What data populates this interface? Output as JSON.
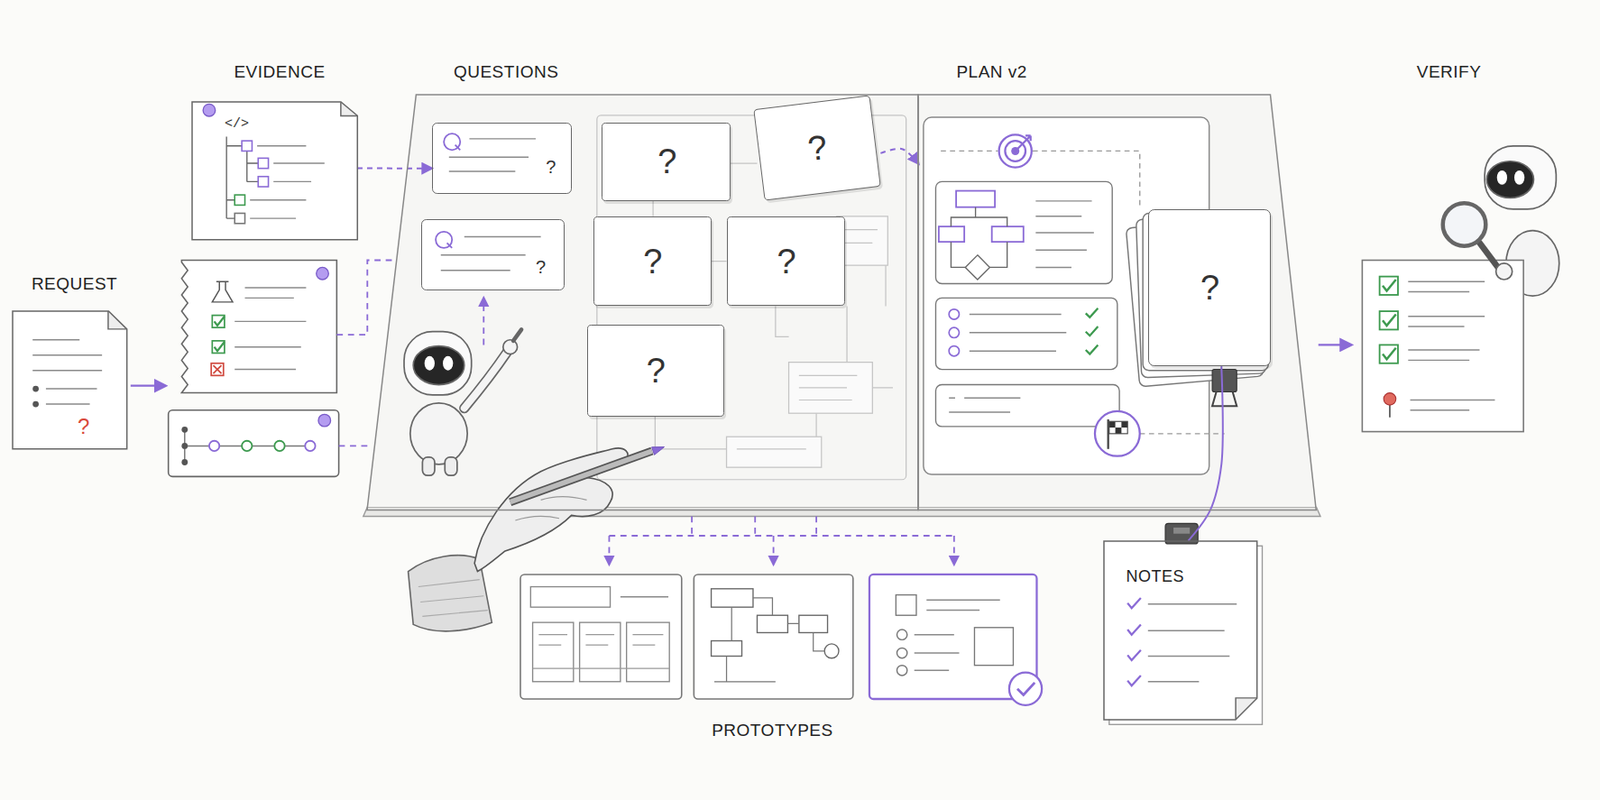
{
  "diagram": {
    "nodes": [
      {
        "text": [
          "REQUEST",
          "?"
        ]
      },
      {
        "text": [
          "EVIDENCE",
          "</>"
        ]
      },
      {
        "text": [
          "QUESTIONS"
        ]
      },
      {
        "text": [
          "?"
        ],
        "in": 2
      },
      {
        "text": [
          "?"
        ],
        "in": 2
      },
      {
        "text": [
          "?"
        ],
        "in": 2
      },
      {
        "text": [
          "?"
        ],
        "in": 2
      },
      {
        "text": [
          "?"
        ],
        "in": 2
      },
      {
        "text": [
          "?"
        ],
        "in": 2
      },
      {
        "text": [
          "?"
        ],
        "in": 2
      },
      {
        "text": [
          "PLAN v2"
        ]
      },
      {
        "text": [
          "?"
        ],
        "in": 10
      },
      {
        "text": [
          "NOTES"
        ]
      }
    ],
    "edges": [
      {
        "from": 1,
        "to": 3,
        "arrow": "to"
      },
      {
        "from": 6,
        "to": 10,
        "arrow": "to"
      },
      {
        "from": 11,
        "to": 12,
        "arrow": "none"
      }
    ],
    "labels": [
      "VERIFY",
      "PROTOTYPES"
    ]
  }
}
